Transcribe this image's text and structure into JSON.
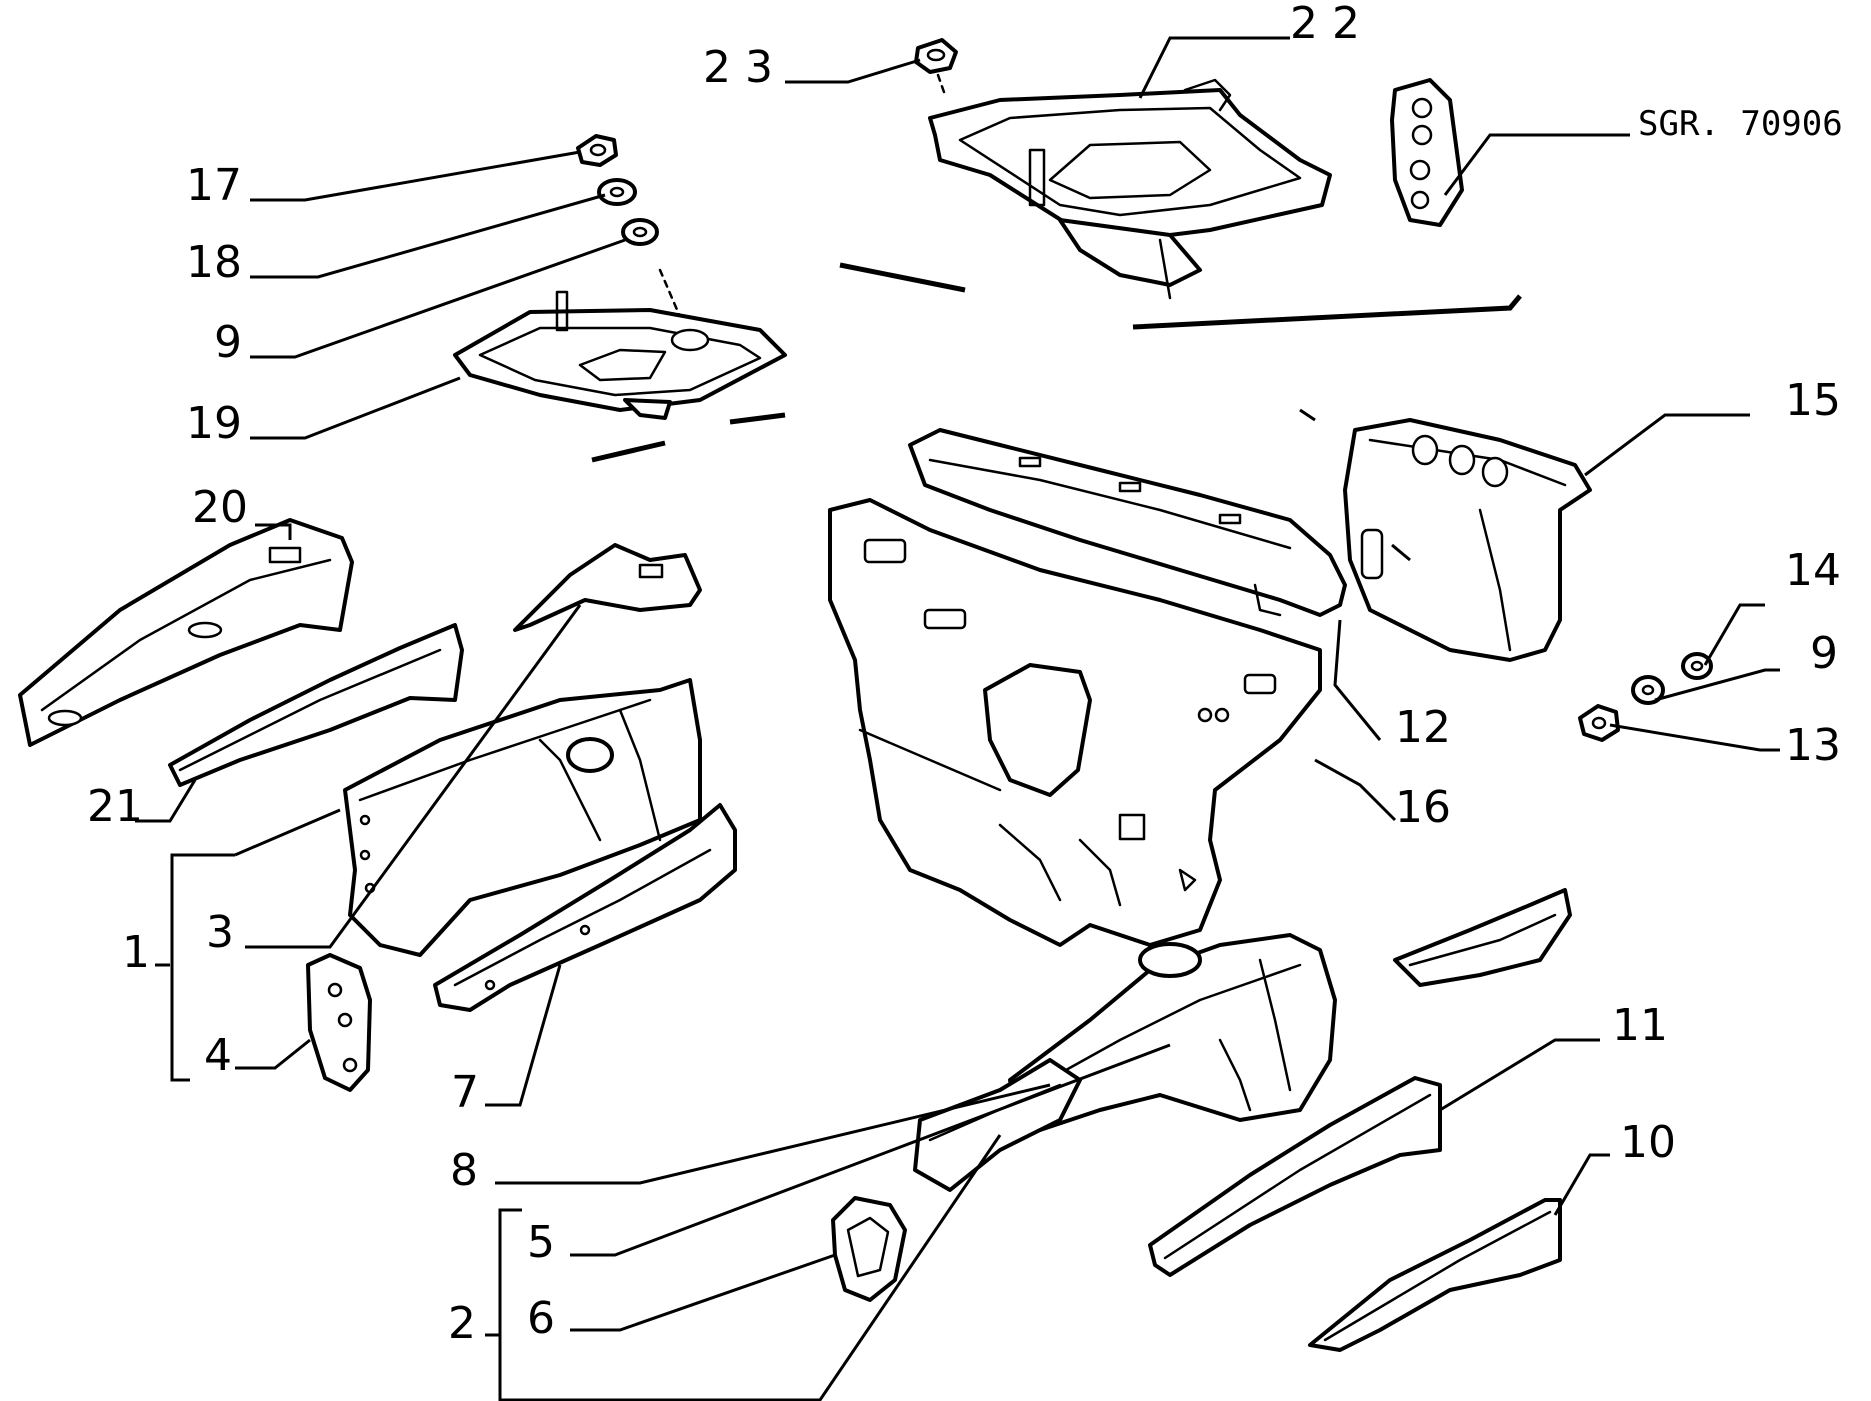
{
  "diagram": {
    "reference": "SGR. 70906",
    "callouts": {
      "c1": "1",
      "c2": "2",
      "c3": "3",
      "c4": "4",
      "c5": "5",
      "c6": "6",
      "c7": "7",
      "c8": "8",
      "c9a": "9",
      "c9b": "9",
      "c10": "10",
      "c11": "11",
      "c12": "12",
      "c13": "13",
      "c14": "14",
      "c15": "15",
      "c16": "16",
      "c17": "17",
      "c18": "18",
      "c19": "19",
      "c20": "20",
      "c21": "21",
      "c22": "2 2",
      "c23": "2 3"
    }
  }
}
